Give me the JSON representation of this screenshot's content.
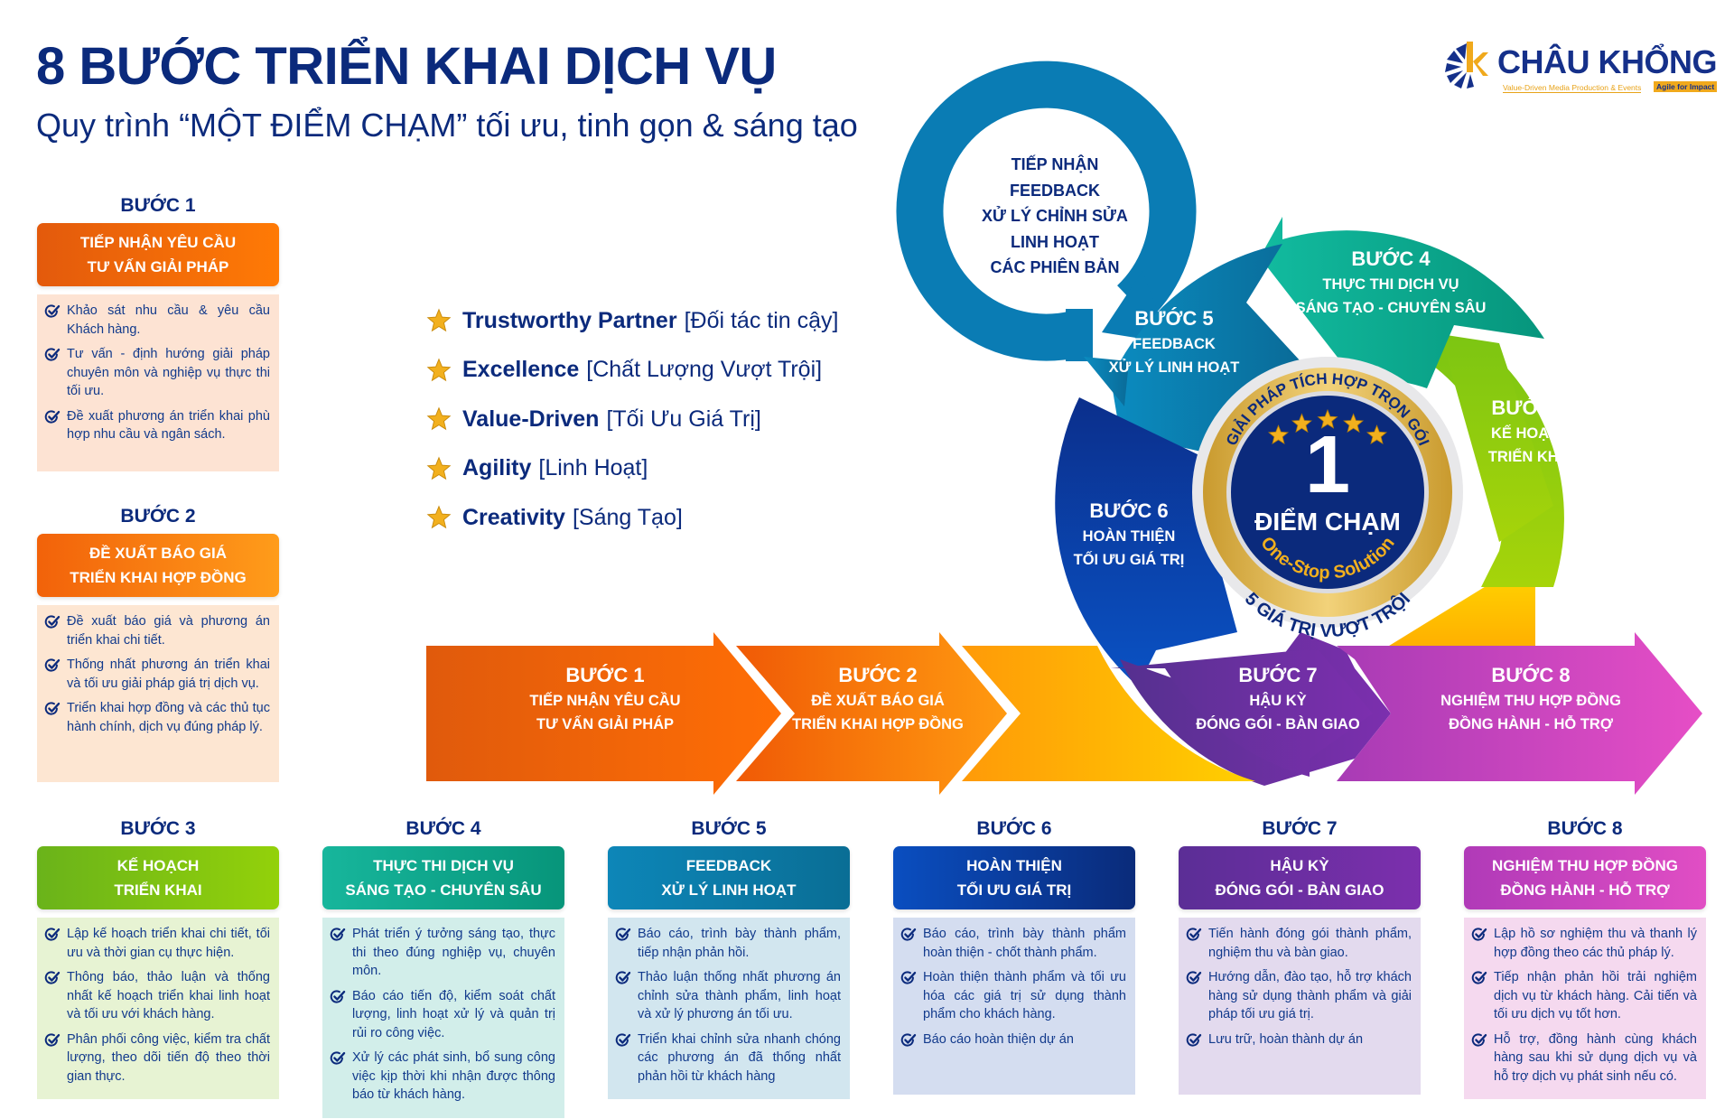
{
  "header": {
    "title": "8 BƯỚC TRIỂN KHAI DỊCH VỤ",
    "subtitle": "Quy trình “MỘT ĐIỂM CHẠM” tối ưu, tinh gọn & sáng tạo"
  },
  "logo": {
    "name": "CHÂU KHỔNG",
    "tagline": "Value-Driven Media Production & Events",
    "badge": "Agile for Impact",
    "icon": "k-polygon-logo-icon"
  },
  "values": [
    {
      "en": "Trustworthy Partner",
      "vi": "[Đối tác tin cậy]",
      "icon": "star-icon"
    },
    {
      "en": "Excellence",
      "vi": "[Chất Lượng Vượt Trội]",
      "icon": "star-icon"
    },
    {
      "en": "Value-Driven",
      "vi": "[Tối Ưu Giá Trị]",
      "icon": "star-icon"
    },
    {
      "en": "Agility",
      "vi": "[Linh Hoạt]",
      "icon": "star-icon"
    },
    {
      "en": "Creativity",
      "vi": "[Sáng Tạo]",
      "icon": "star-icon"
    }
  ],
  "loop": {
    "lines": [
      "TIẾP NHẬN",
      "FEEDBACK",
      "XỬ LÝ CHỈNH SỬA",
      "LINH HOẠT",
      "CÁC PHIÊN BẢN"
    ]
  },
  "badge": {
    "number": "1",
    "title": "ĐIỂM CHẠM",
    "top_arc": "GIẢI PHÁP TÍCH HỢP TRỌN GÓI",
    "inner_arc": "One-Stop Solution",
    "bottom_arc": "5 GIÁ TRỊ VƯỢT TRỘI",
    "stars": 5
  },
  "diagram_steps": [
    {
      "step": "BƯỚC 1",
      "line1": "TIẾP NHẬN YÊU CẦU",
      "line2": "TƯ VẤN GIẢI PHÁP"
    },
    {
      "step": "BƯỚC 2",
      "line1": "ĐỀ XUẤT BÁO GIÁ",
      "line2": "TRIỂN KHAI HỢP ĐỒNG"
    },
    {
      "step": "BƯỚC 3",
      "line1": "KẾ HOẠCH",
      "line2": "TRIỂN KHAI"
    },
    {
      "step": "BƯỚC 4",
      "line1": "THỰC THI DỊCH VỤ",
      "line2": "SÁNG TẠO - CHUYÊN SÂU"
    },
    {
      "step": "BƯỚC 5",
      "line1": "FEEDBACK",
      "line2": "XỬ LÝ LINH HOẠT"
    },
    {
      "step": "BƯỚC 6",
      "line1": "HOÀN THIỆN",
      "line2": "TỐI ƯU GIÁ TRỊ"
    },
    {
      "step": "BƯỚC 7",
      "line1": "HẬU KỲ",
      "line2": "ĐÓNG GÓI - BÀN GIAO"
    },
    {
      "step": "BƯỚC 8",
      "line1": "NGHIỆM THU HỢP ĐỒNG",
      "line2": "ĐỒNG HÀNH - HỖ TRỢ"
    }
  ],
  "cards": [
    {
      "step": "BƯỚC 1",
      "head1": "TIẾP NHẬN YÊU CẦU",
      "head2": "TƯ VẤN GIẢI PHÁP",
      "color_from": "#e35a0c",
      "color_to": "#ff7a05",
      "bg": "#fde3d3",
      "items": [
        "Khảo sát nhu cầu & yêu cầu Khách hàng.",
        "Tư vấn - định hướng giải pháp chuyên môn và nghiệp vụ thực thi tối ưu.",
        "Đề xuất phương án triển khai phù hợp nhu cầu và ngân sách."
      ]
    },
    {
      "step": "BƯỚC 2",
      "head1": "ĐỀ XUẤT BÁO GIÁ",
      "head2": "TRIỂN KHAI HỢP ĐỒNG",
      "color_from": "#f2620a",
      "color_to": "#ff9c1a",
      "bg": "#fde6d2",
      "items": [
        "Đề xuất báo giá và phương án triển khai chi tiết.",
        "Thống nhất phương án triển khai và tối ưu giải pháp giá trị dịch vụ.",
        "Triển khai hợp đồng và các thủ tục hành chính, dịch vụ đúng pháp lý."
      ]
    },
    {
      "step": "BƯỚC 3",
      "head1": "KẾ HOẠCH",
      "head2": "TRIỂN KHAI",
      "color_from": "#6ab31a",
      "color_to": "#93d10a",
      "bg": "#e7f3d3",
      "items": [
        "Lập kế hoạch triển khai chi tiết, tối ưu và thời gian cụ thực hiện.",
        "Thông báo, thảo luận và thống nhất kế hoạch triển khai linh hoạt và tối ưu với khách hàng.",
        "Phân phối công việc, kiểm tra chất lượng, theo dõi tiến độ theo thời gian thực."
      ]
    },
    {
      "step": "BƯỚC 4",
      "head1": "THỰC THI DỊCH VỤ",
      "head2": "SÁNG TẠO - CHUYÊN SÂU",
      "color_from": "#17b69c",
      "color_to": "#07957a",
      "bg": "#d2eeea",
      "items": [
        "Phát triển ý tưởng sáng tạo, thực thi theo đúng nghiệp vụ, chuyên môn.",
        "Báo cáo tiến độ, kiểm soát chất lượng, linh hoạt xử lý và quản trị rủi ro công việc.",
        "Xử lý các phát sinh, bổ sung công việc kịp thời khi nhận được thông báo từ khách hàng."
      ]
    },
    {
      "step": "BƯỚC 5",
      "head1": "FEEDBACK",
      "head2": "XỬ LÝ LINH HOẠT",
      "color_from": "#0d86b8",
      "color_to": "#0a6e95",
      "bg": "#d2e6ef",
      "items": [
        "Báo cáo, trình bày thành phẩm, tiếp nhận phản hồi.",
        "Thảo luận thống nhất phương án chỉnh sửa thành phẩm, linh hoạt và xử lý phương án tối ưu.",
        "Triển khai chỉnh sửa nhanh chóng các phương án đã thống nhất phản hồi từ khách hàng"
      ]
    },
    {
      "step": "BƯỚC 6",
      "head1": "HOÀN THIỆN",
      "head2": "TỐI ƯU GIÁ TRỊ",
      "color_from": "#0a4ec0",
      "color_to": "#0a2b7a",
      "bg": "#d4ddf0",
      "items": [
        "Báo cáo, trình bày thành phẩm hoàn thiện - chốt thành phẩm.",
        "Hoàn thiện thành phẩm và tối ưu hóa các giá trị sử dụng thành phẩm cho khách hàng.",
        "Báo cáo hoàn thiện dự án"
      ]
    },
    {
      "step": "BƯỚC 7",
      "head1": "HẬU KỲ",
      "head2": "ĐÓNG GÓI - BÀN GIAO",
      "color_from": "#5b2e96",
      "color_to": "#7c2fad",
      "bg": "#e3daee",
      "items": [
        "Tiến hành đóng gói thành phẩm, nghiệm thu và bàn giao.",
        "Hướng dẫn, đào tạo, hỗ trợ khách hàng sử dụng thành phẩm và giải pháp tối ưu giá trị.",
        "Lưu trữ, hoàn thành dự án"
      ]
    },
    {
      "step": "BƯỚC 8",
      "head1": "NGHIỆM THU HỢP ĐỒNG",
      "head2": "ĐỒNG HÀNH - HỖ TRỢ",
      "color_from": "#b03ab8",
      "color_to": "#e14ec4",
      "bg": "#f5d9ef",
      "items": [
        "Lập hồ sơ nghiệm thu và thanh lý hợp đồng theo các thủ pháp lý.",
        "Tiếp nhận phản hồi trải nghiệm dịch vụ từ khách hàng. Cải tiến và tối ưu dịch vụ tốt hơn.",
        "Hỗ trợ, đồng hành cùng khách hàng sau khi sử dụng dịch vụ và hỗ trợ dịch vụ phát sinh nếu có."
      ]
    }
  ]
}
